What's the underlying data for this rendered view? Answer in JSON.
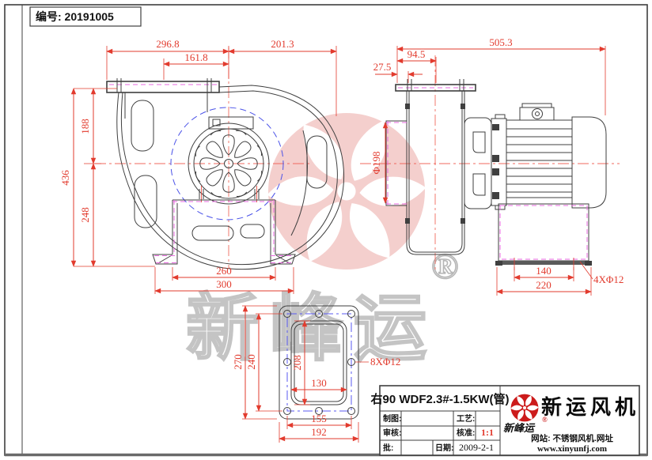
{
  "frame": {
    "serial": "编号: 20191005"
  },
  "front_view": {
    "dims": {
      "width_left": "296.8",
      "width_right": "201.3",
      "outlet_offset": "161.8",
      "height_upper": "188",
      "height_total": "436",
      "height_lower": "248",
      "base_inner": "260",
      "base_outer": "300"
    }
  },
  "side_view": {
    "dims": {
      "total_length": "505.3",
      "flange_to_center": "94.5",
      "flange_overhang": "27.5",
      "inlet_diameter": "Φ198",
      "foot_holes_span": "140",
      "foot_width": "220",
      "foot_holes": "4XΦ12"
    }
  },
  "flange_detail": {
    "dims": {
      "outer_height": "270",
      "bolt_span_v": "240",
      "opening_height": "208",
      "opening_width": "130",
      "bolt_span_h": "155",
      "outer_width": "192",
      "holes": "8XΦ12"
    }
  },
  "title_block": {
    "title": "右90 WDF2.3#-1.5KW(管)",
    "drawn_label": "制图:",
    "checked_label": "审核:",
    "ratify_label": "批:",
    "process_label": "工艺:",
    "approved_label": "核准:",
    "scale_value": "1:1",
    "date_label": "日期:",
    "date_value": "2009-2-1",
    "brand_stamp": "新峰运",
    "brand_reg": "®",
    "brand_name": "新运风机",
    "website": "网站: 不锈钢风机.网址",
    "url": "www.xinyunfj.com"
  },
  "watermark": {
    "brand_text": "新峰运",
    "registered": "®"
  },
  "colors": {
    "line": "#3f3f3f",
    "dimension": "#e23b2e",
    "centerline": "#f06a5e",
    "phantom": "#e86ae0",
    "bolt_circle": "#4a52e8",
    "brand_red": "#cc1b1b",
    "watermark_red": "rgba(214,69,61,0.26)"
  }
}
